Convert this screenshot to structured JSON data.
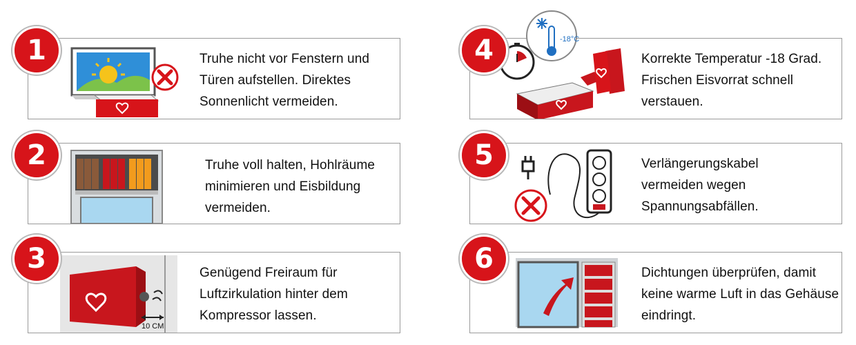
{
  "steps": [
    {
      "number": "1",
      "lines": [
        "Truhe nicht vor Fenstern und",
        "Türen aufstellen. Direktes",
        "Sonnenlicht vermeiden."
      ]
    },
    {
      "number": "2",
      "lines": [
        "Truhe voll halten, Hohlräume",
        "minimieren und Eisbildung",
        "vermeiden."
      ]
    },
    {
      "number": "3",
      "lines": [
        "Genügend Freiraum für",
        "Luftzirkulation hinter dem",
        "Kompressor lassen."
      ],
      "distance_label": "10 CM"
    },
    {
      "number": "4",
      "lines": [
        "Korrekte Temperatur -18 Grad.",
        "Frischen Eisvorrat schnell",
        "verstauen."
      ],
      "temp_label": "-18°C"
    },
    {
      "number": "5",
      "lines": [
        "Verlängerungskabel",
        "vermeiden wegen",
        "Spannungsabfällen."
      ]
    },
    {
      "number": "6",
      "lines": [
        "Dichtungen überprüfen, damit",
        "keine warme Luft in das Gehäuse",
        "eindringt."
      ]
    }
  ],
  "colors": {
    "brand_red": "#d7141a",
    "frame_grey": "#9a9a9a"
  },
  "icons": [
    "sun-window-icon",
    "no-cross-icon",
    "freezer-icon",
    "stocked-freezer-icon",
    "compressor-icon",
    "snowflake-thermometer-icon",
    "stopwatch-icon",
    "power-strip-icon",
    "plug-icon",
    "door-seal-icon"
  ]
}
